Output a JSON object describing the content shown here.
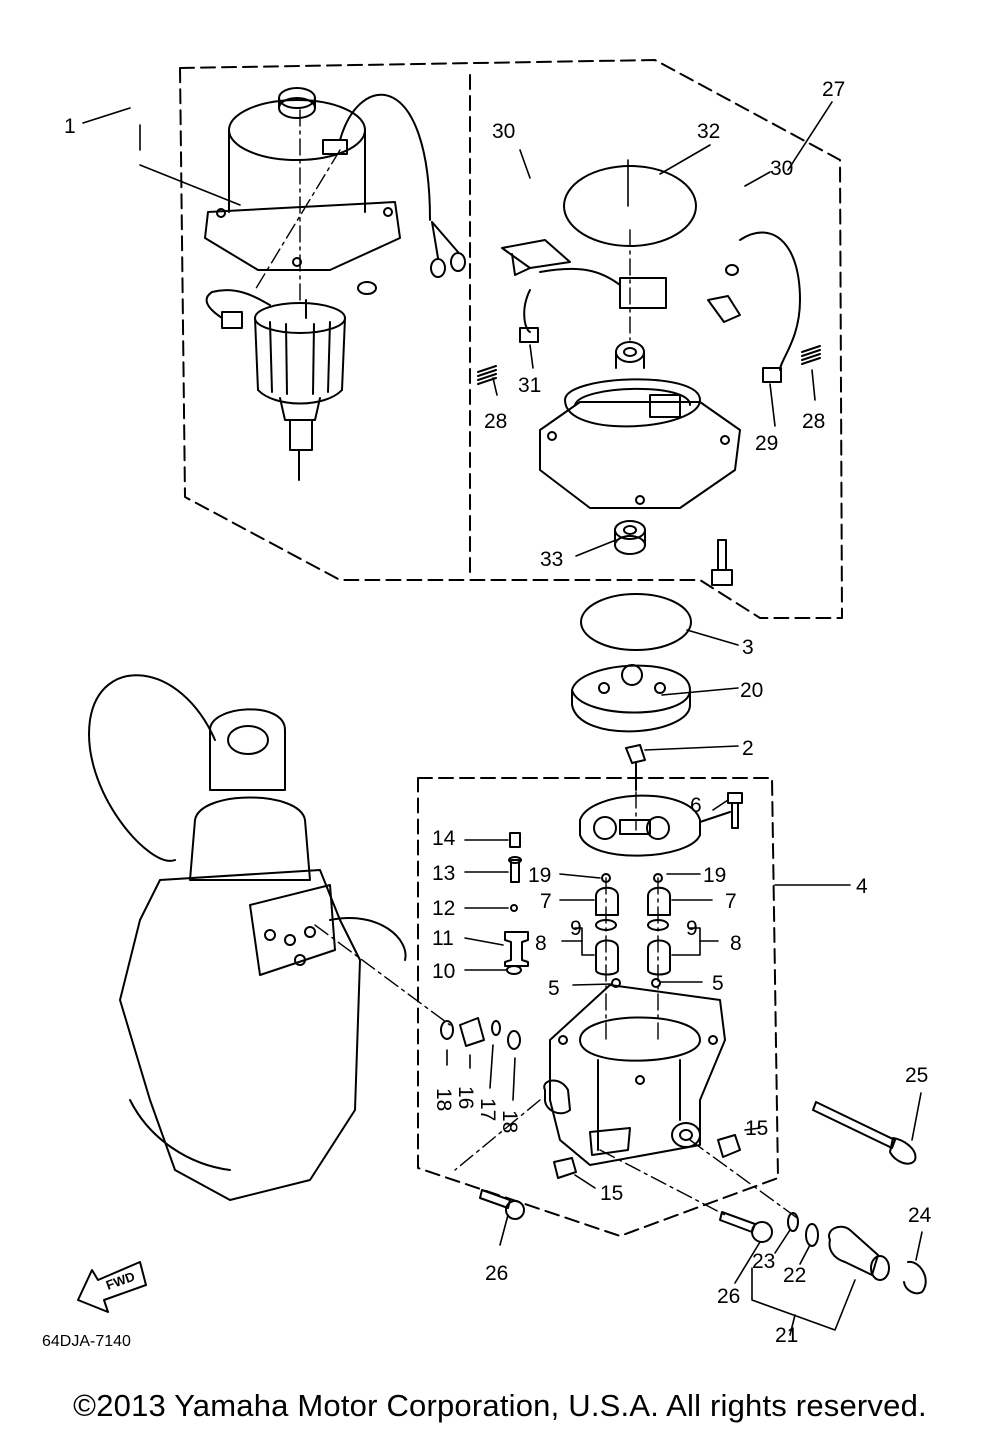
{
  "diagram": {
    "drawing_code": "64DJA-7140",
    "fwd_label": "FWD",
    "callouts": {
      "c1": "1",
      "c2": "2",
      "c3": "3",
      "c4": "4",
      "c5a": "5",
      "c5b": "5",
      "c6": "6",
      "c7a": "7",
      "c7b": "7",
      "c8a": "8",
      "c8b": "8",
      "c9a": "9",
      "c9b": "9",
      "c10": "10",
      "c11": "11",
      "c12": "12",
      "c13": "13",
      "c14": "14",
      "c15a": "15",
      "c15b": "15",
      "c16": "16",
      "c17": "17",
      "c18a": "18",
      "c18b": "18",
      "c19a": "19",
      "c19b": "19",
      "c20": "20",
      "c21": "21",
      "c22": "22",
      "c23": "23",
      "c24": "24",
      "c25": "25",
      "c26a": "26",
      "c26b": "26",
      "c27": "27",
      "c28a": "28",
      "c28b": "28",
      "c29": "29",
      "c30a": "30",
      "c30b": "30",
      "c31": "31",
      "c32": "32",
      "c33": "33"
    }
  },
  "footer": {
    "copyright": "©2013 Yamaha Motor Corporation, U.S.A. All rights reserved."
  }
}
